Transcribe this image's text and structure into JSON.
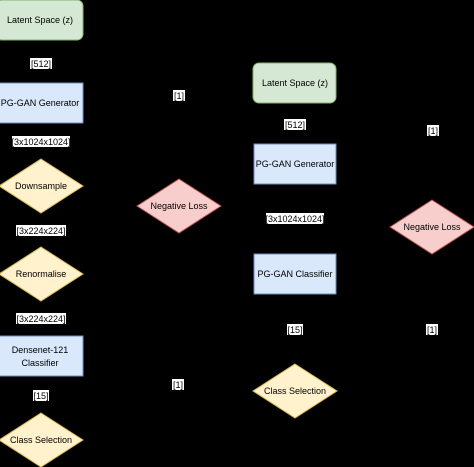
{
  "colors": {
    "background": "#000000",
    "green_fill": "#d5e8d4",
    "green_stroke": "#82b366",
    "blue_fill": "#dae8fc",
    "blue_stroke": "#6c8ebf",
    "yellow_fill": "#fff2cc",
    "yellow_stroke": "#d6b656",
    "red_fill": "#f8cecc",
    "red_stroke": "#b85450",
    "label_bg": "#ffffff",
    "edge": "#000000"
  },
  "left_pipeline": {
    "latent": "Latent Space (z)",
    "dim_latent": "[512]",
    "generator": "PG-GAN Generator",
    "dim_generator": "[3x1024x1024]",
    "downsample": "Downsample",
    "dim_downsample": "[3x224x224]",
    "renormalise": "Renormalise",
    "dim_renormalise": "[3x224x224]",
    "classifier_line1": "Densenet-121",
    "classifier_line2": "Classifier",
    "dim_classifier": "[15]",
    "class_selection": "Class Selection",
    "loss": "Negative Loss",
    "dim_loss_top": "[1]",
    "dim_loss_bottom": "[1]"
  },
  "right_pipeline": {
    "latent": "Latent Space (z)",
    "dim_latent": "[512]",
    "generator": "PG-GAN Generator",
    "dim_generator": "[3x1024x1024]",
    "classifier": "PG-GAN Classifier",
    "dim_classifier": "[15]",
    "class_selection": "Class Selection",
    "loss": "Negative Loss",
    "dim_loss_top": "[1]",
    "dim_loss_bottom": "[1]"
  }
}
